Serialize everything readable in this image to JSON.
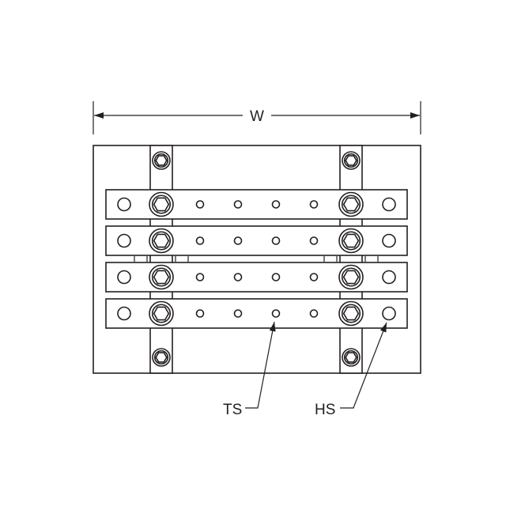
{
  "diagram": {
    "labels": {
      "width": "W",
      "threaded_stud": "TS",
      "hole_size": "HS"
    },
    "bars": 4,
    "small_holes_per_bar": 4,
    "line_color": "#231f20"
  }
}
